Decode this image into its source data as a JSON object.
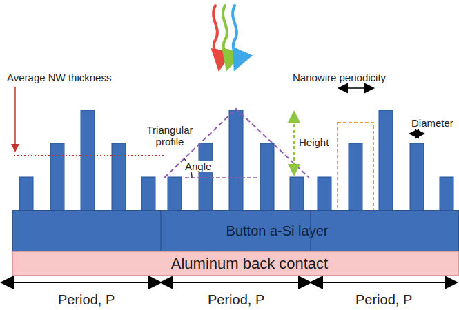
{
  "diagram": {
    "nodes": [
      {
        "text": [
          "Button a-Si layer"
        ]
      },
      {
        "text": [
          "Aluminum back contact"
        ]
      }
    ],
    "labels": [
      "Average NW thickness",
      "Triangular profile",
      "Angle",
      "Height",
      "Nanowire periodicity",
      "Diameter",
      "Period, P",
      "Period, P",
      "Period, P"
    ]
  }
}
